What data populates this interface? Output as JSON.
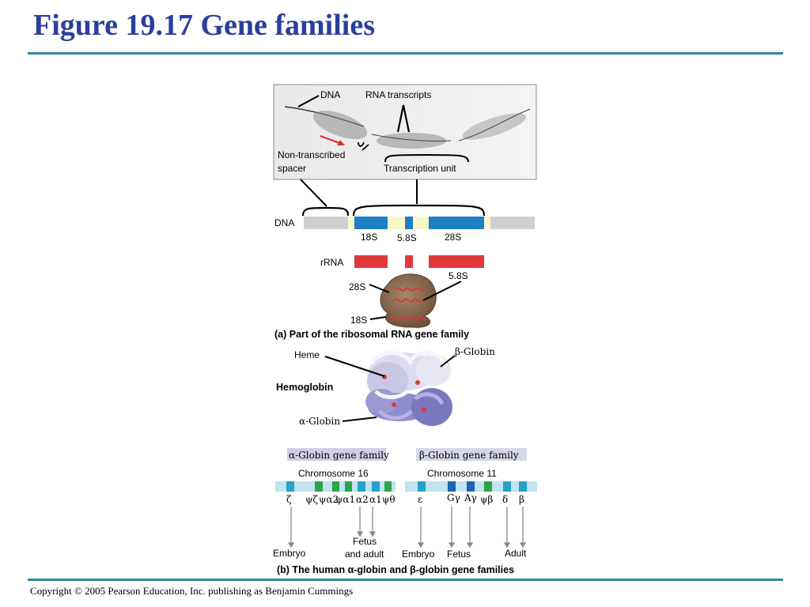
{
  "slide": {
    "title": "Figure 19.17 Gene families",
    "copyright": "Copyright © 2005 Pearson Education, Inc. publishing as Benjamin Cummings"
  },
  "panel_a": {
    "micrograph": {
      "dna_label": "DNA",
      "rna_label": "RNA transcripts",
      "spacer_label_line1": "Non-transcribed",
      "spacer_label_line2": "spacer",
      "unit_label": "Transcription unit"
    },
    "dna_label": "DNA",
    "gene_labels": [
      "18S",
      "5.8S",
      "28S"
    ],
    "rrna_label": "rRNA",
    "ribosome_labels": {
      "s28": "28S",
      "s58": "5.8S",
      "s18": "18S"
    },
    "caption": "(a) Part of the ribosomal RNA gene family"
  },
  "hemoglobin": {
    "heme_label": "Heme",
    "beta_label": "β-Globin",
    "name_label": "Hemoglobin",
    "alpha_label": "α-Globin"
  },
  "panel_b": {
    "alpha_family": {
      "header": "α-Globin gene family",
      "chromosome": "Chromosome 16",
      "genes": [
        "ζ",
        "ψζ",
        "ψα2",
        "ψα1",
        "α2",
        "α1",
        "ψθ"
      ],
      "stages": [
        "Embryo",
        "Fetus",
        "and adult"
      ]
    },
    "beta_family": {
      "header": "β-Globin gene family",
      "chromosome": "Chromosome 11",
      "genes": [
        "ε",
        "Gγ",
        "Aγ",
        "ψβ",
        "δ",
        "β"
      ],
      "stages": [
        "Embryo",
        "Fetus",
        "Adult"
      ]
    },
    "caption": "(b) The human α-globin and β-globin gene families"
  },
  "colors": {
    "title": "#2a3f9c",
    "rule": "#2e8b9a",
    "gene_blue": "#1f7fc4",
    "rrna_red": "#e0383b",
    "globin_alpha": "#8f8ccc",
    "globin_beta": "#d6d6ea"
  }
}
